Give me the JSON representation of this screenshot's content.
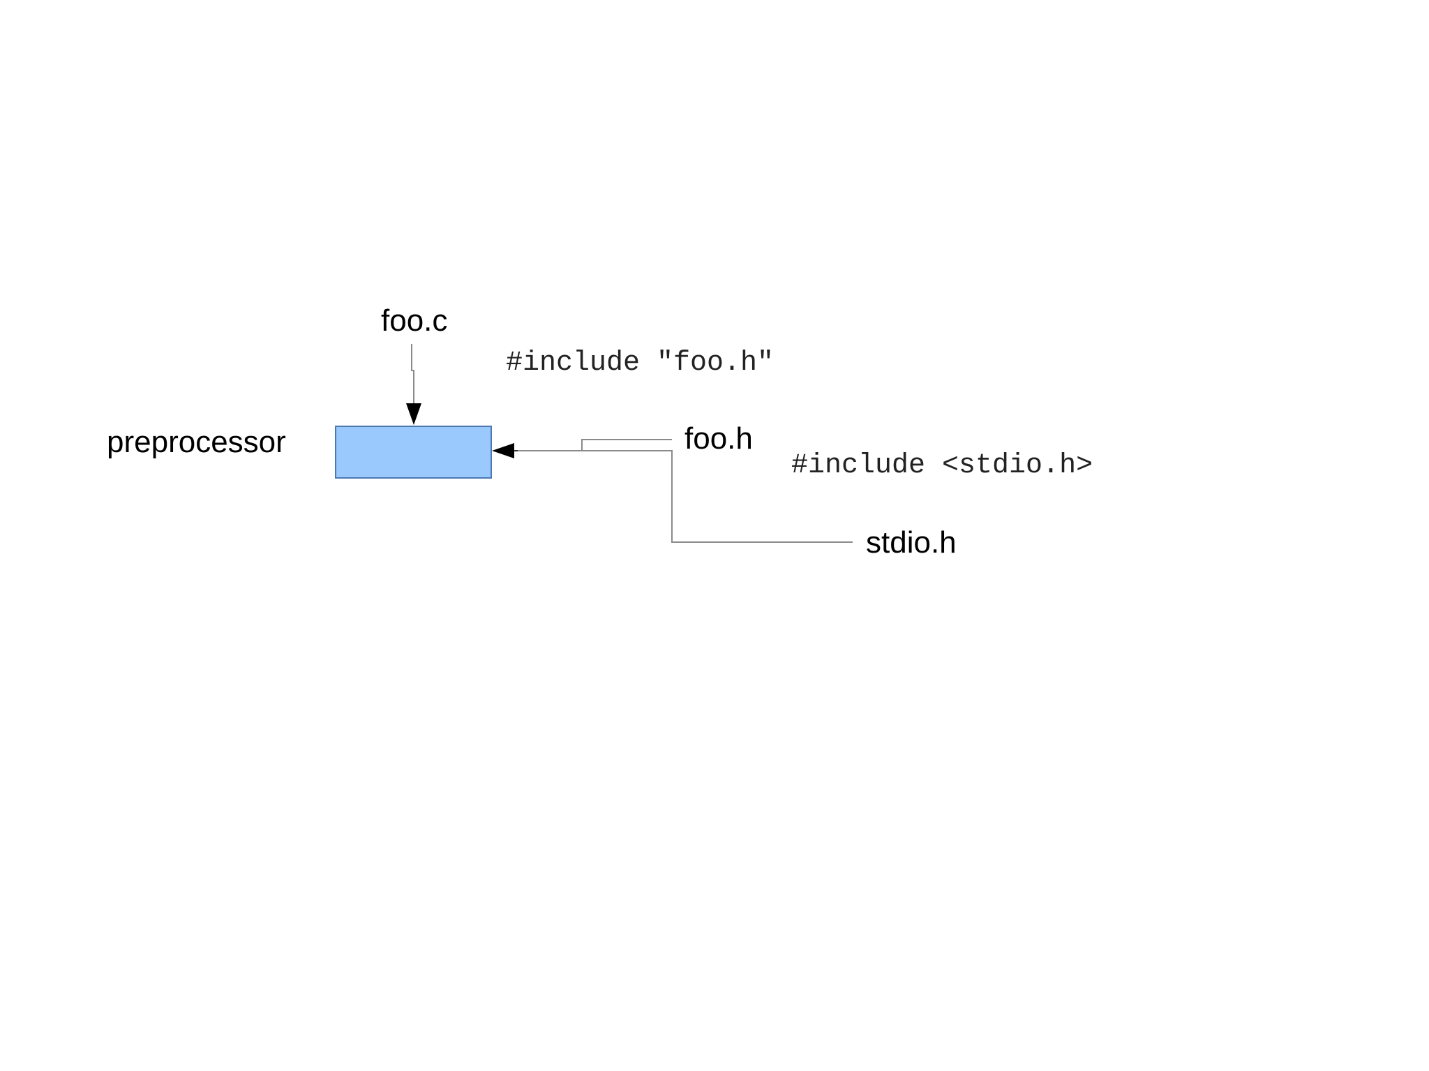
{
  "diagram": {
    "nodes": {
      "preprocessor_label": "preprocessor",
      "source_file": "foo.c",
      "header_local": "foo.h",
      "header_system": "stdio.h"
    },
    "annotations": {
      "include_local": "#include \"foo.h\"",
      "include_system": "#include <stdio.h>"
    },
    "colors": {
      "box_fill": "#99c9fd",
      "box_border": "#4d79b3",
      "arrow": "#000000",
      "connector": "#8a8a8a"
    }
  }
}
